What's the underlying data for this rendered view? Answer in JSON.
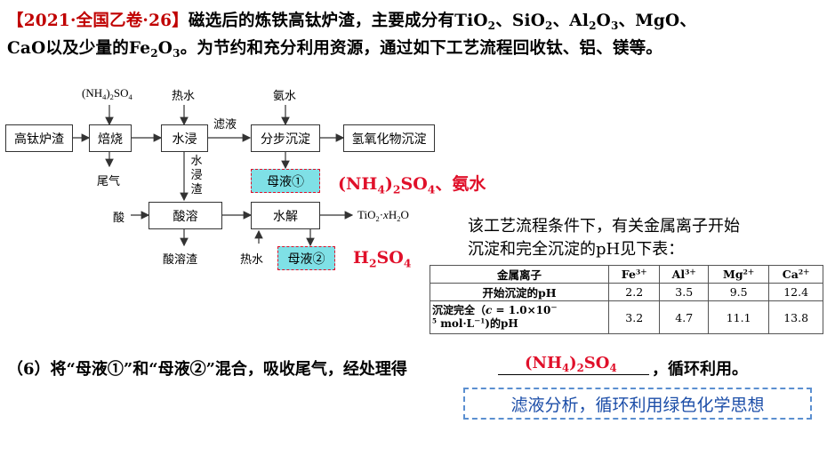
{
  "header": {
    "source": "【2021·全国乙卷·26】",
    "line1_rest": "磁选后的炼铁高钛炉渣，主要成分有TiO",
    "line1_sub1": "2",
    "line1_mid1": "、SiO",
    "line1_sub2": "2",
    "line1_mid2": "、Al",
    "line1_sub3": "2",
    "line1_mid3": "O",
    "line1_sub4": "3",
    "line1_end": "、MgO、",
    "line2_a": "CaO以及少量的Fe",
    "line2_sub1": "2",
    "line2_b": "O",
    "line2_sub2": "3",
    "line2_c": "。为节约和充分利用资源，通过如下工艺流程回收钛、铝、镁等。"
  },
  "flow": {
    "reagent_nh4_a": "(NH",
    "reagent_nh4_sub1": "4",
    "reagent_nh4_b": ")",
    "reagent_nh4_sub2": "2",
    "reagent_nh4_c": "SO",
    "reagent_nh4_sub3": "4",
    "hot_water": "热水",
    "ammonia": "氨水",
    "filtrate": "滤液",
    "tailgas": "尾气",
    "leach_residue": "水浸渣",
    "acid": "酸",
    "acid_residue": "酸溶渣",
    "hot_water2": "热水",
    "product_a": "TiO",
    "product_sub": "2",
    "product_b": "·",
    "product_x": "x",
    "product_c": "H",
    "product_sub2": "2",
    "product_d": "O",
    "boxes": {
      "slag": "高钛炉渣",
      "roast": "焙烧",
      "leach": "水浸",
      "step_ppt": "分步沉淀",
      "hydroxide": "氢氧化物沉淀",
      "mother1": "母液①",
      "acid_dissolve": "酸溶",
      "hydrolysis": "水解",
      "mother2": "母液②"
    },
    "red1_a": "(NH",
    "red1_sub1": "4",
    "red1_b": ")",
    "red1_sub2": "2",
    "red1_c": "SO",
    "red1_sub3": "4",
    "red1_d": "、氨水",
    "red2_a": "H",
    "red2_sub1": "2",
    "red2_b": "SO",
    "red2_sub2": "4"
  },
  "note": {
    "line1": "该工艺流程条件下，有关金属离子开始",
    "line2": "沉淀和完全沉淀的pH见下表："
  },
  "table": {
    "header": "金属离子",
    "ions": [
      {
        "base": "Fe",
        "charge": "3＋"
      },
      {
        "base": "Al",
        "charge": "3＋"
      },
      {
        "base": "Mg",
        "charge": "2＋"
      },
      {
        "base": "Ca",
        "charge": "2＋"
      }
    ],
    "row1_label": "开始沉淀的pH",
    "row1": [
      "2.2",
      "3.5",
      "9.5",
      "12.4"
    ],
    "row2_label_a": "沉淀完全（",
    "row2_label_c": "c",
    "row2_label_b": " = 1.0×10",
    "row2_label_exp": "－",
    "row2_label_d": "5",
    "row2_label_e": " mol·L",
    "row2_label_exp2": "－1",
    "row2_label_f": ")的pH",
    "row2": [
      "3.2",
      "4.7",
      "11.1",
      "13.8"
    ]
  },
  "question": {
    "text": "（6）将“母液①”和“母液②”混合，吸收尾气，经处理得",
    "answer_a": "(NH",
    "answer_sub1": "4",
    "answer_b": ")",
    "answer_sub2": "2",
    "answer_c": "SO",
    "answer_sub3": "4",
    "tail": "，循环利用。"
  },
  "tip": "滤液分析，循环利用绿色化学思想"
}
